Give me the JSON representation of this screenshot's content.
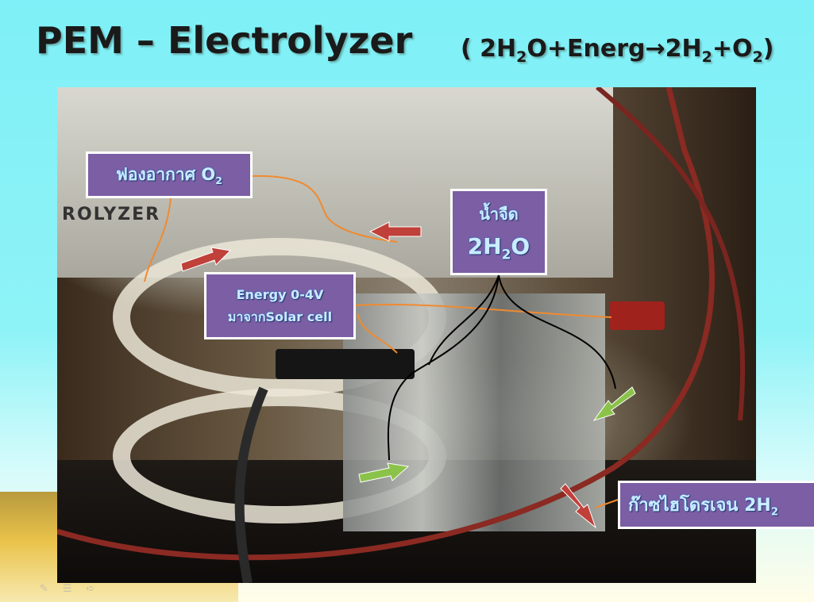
{
  "slide": {
    "title": "PEM – Electrolyzer",
    "formula": {
      "open": "( 2H",
      "s1": "2",
      "mid1": "O+Energ→2H",
      "s2": "2",
      "mid2": "+O",
      "s3": "2",
      "close": ")"
    }
  },
  "photo": {
    "panel_text": "ROLYZER"
  },
  "labels": {
    "oxygen": {
      "text": "ฟองอากาศ O",
      "sub": "2"
    },
    "water": {
      "line1": "น้ำจืด",
      "line2": "2H",
      "sub": "2",
      "line2b": "O"
    },
    "energy": {
      "line1": "Energy  0-4V",
      "line2": "มาจากSolar cell"
    },
    "hydrogen": {
      "text": "ก๊าซไฮโดรเจน 2H",
      "sub": "2"
    }
  },
  "colors": {
    "label_bg": "#7b5ea3",
    "orange_arrow": "#f08a30",
    "red_arrow": "#c0403a",
    "green_arrow": "#8bc34a"
  }
}
